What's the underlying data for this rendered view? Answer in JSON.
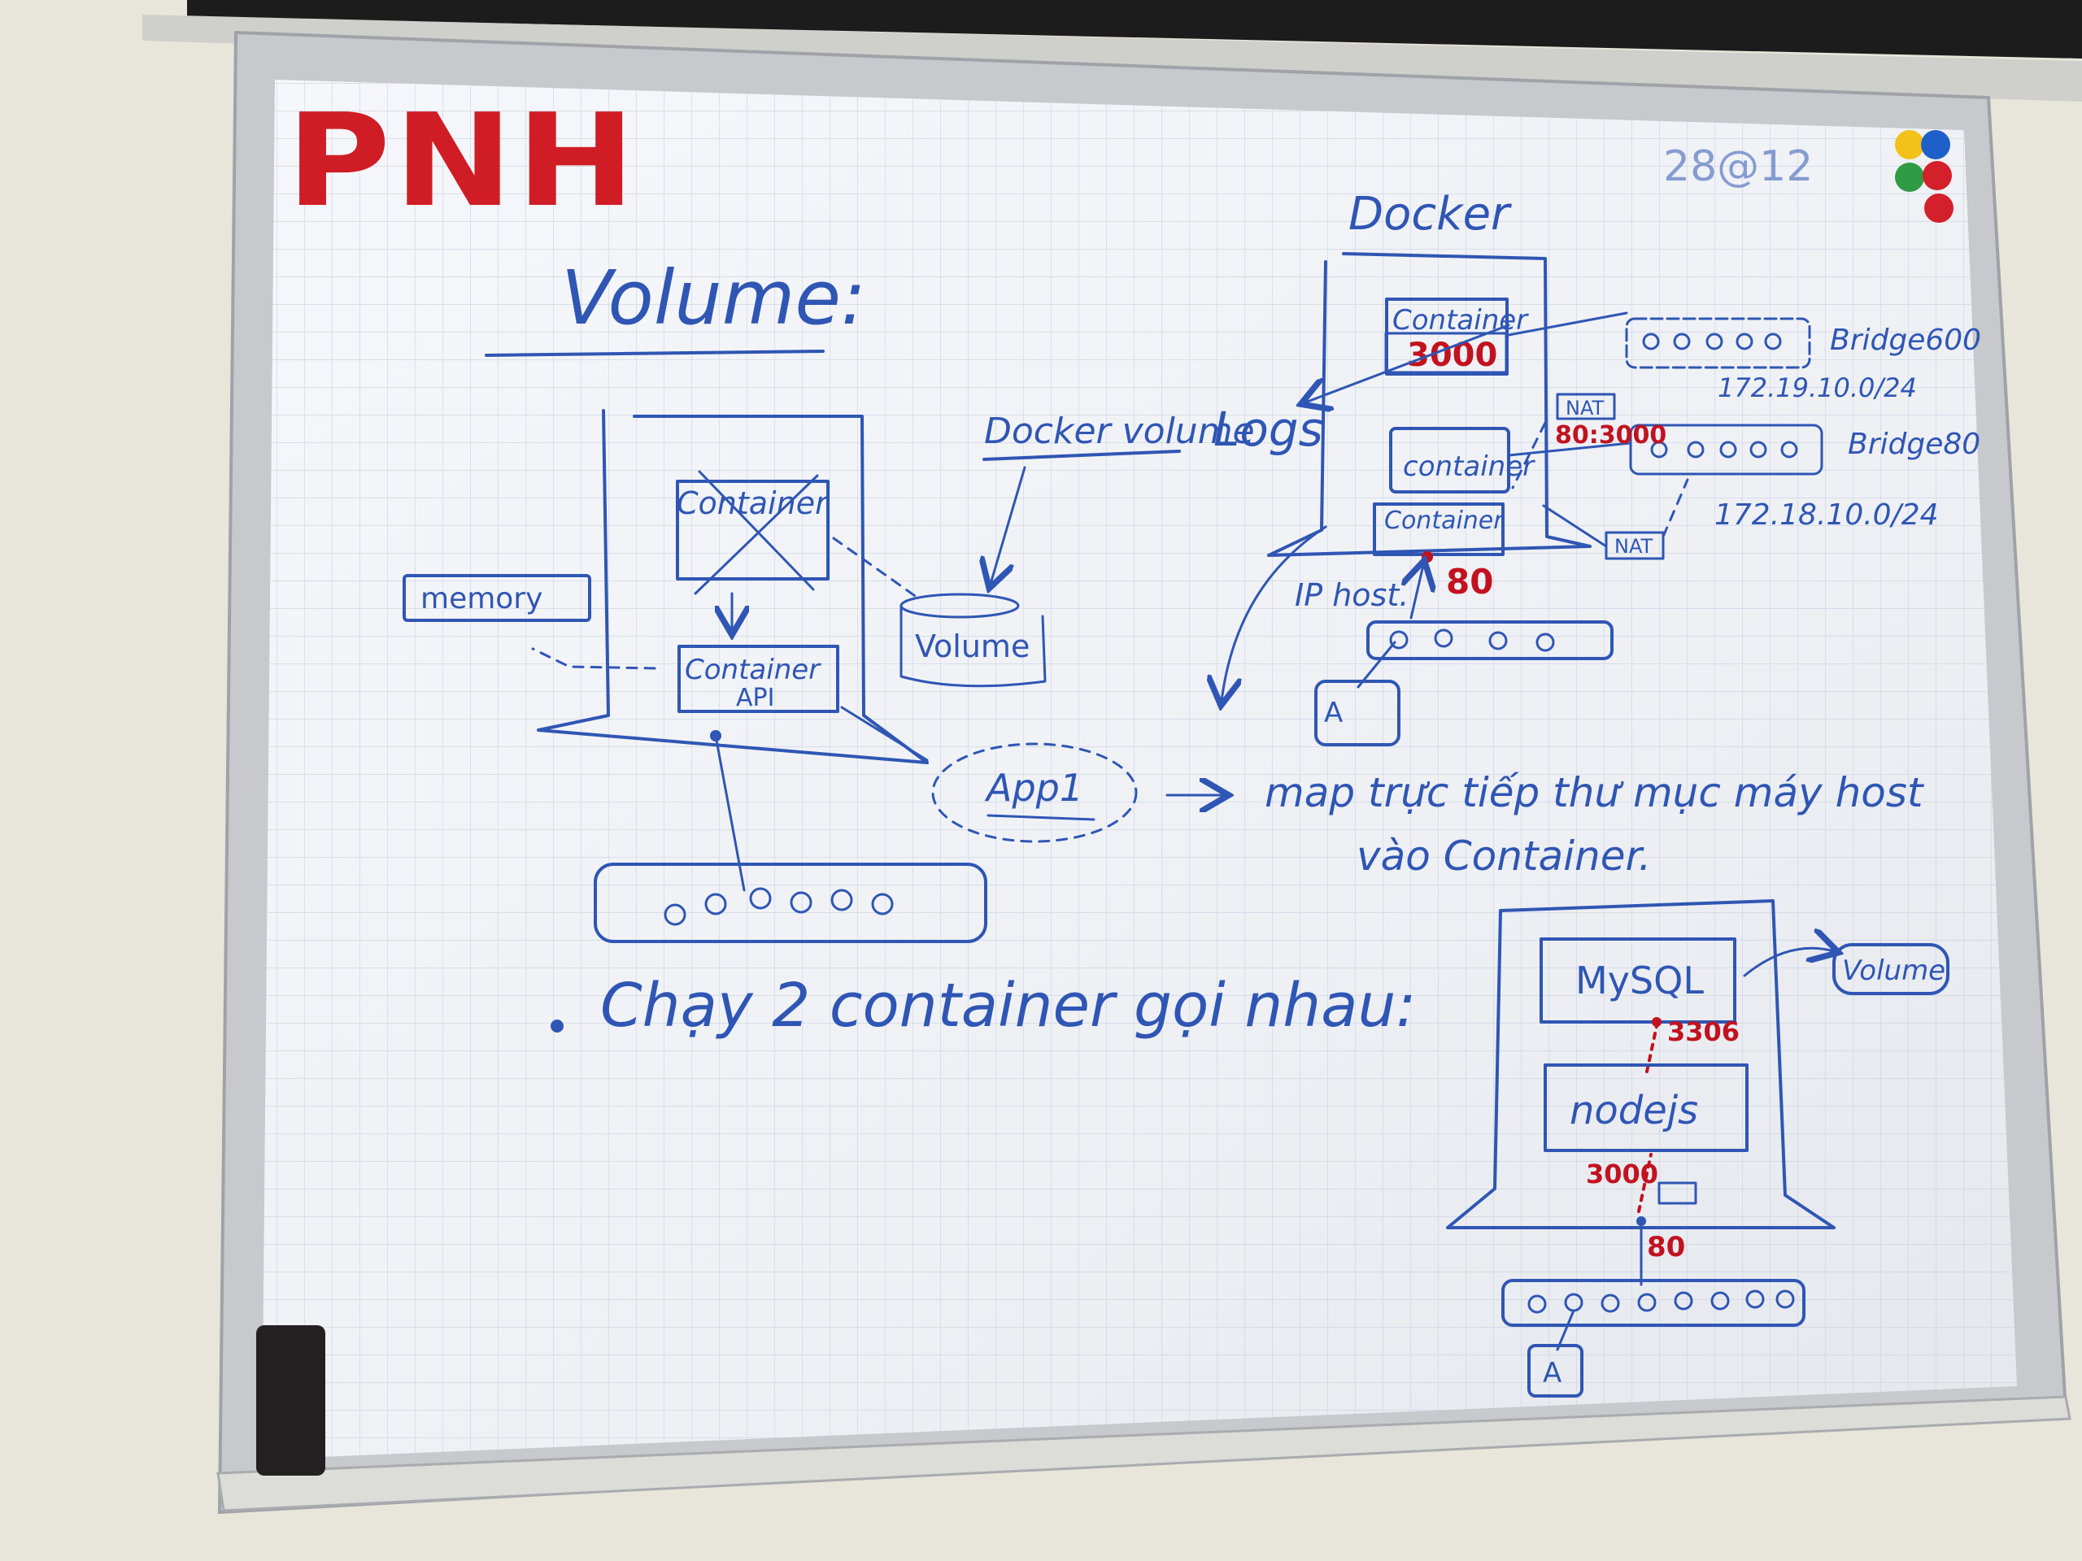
{
  "logo": {
    "text": "PNH"
  },
  "date": {
    "text": "28@12"
  },
  "volume_section": {
    "title": "Volume:",
    "container_crossed": "Container",
    "container_api": "Container",
    "container_api_sub": "API",
    "memory": "memory",
    "docker_volume": "Docker volume",
    "volume_label": "Volume",
    "logs": "Logs",
    "app": "App1",
    "map_line1": "map trực tiếp thư mục máy host",
    "map_line2": "vào Container."
  },
  "docker_section": {
    "title": "Docker",
    "container_top": "Container",
    "container_top_port": "3000",
    "container_mid": "container",
    "container_bottom": "Container",
    "nat_top": "NAT",
    "nat_bottom": "NAT",
    "port_map": "80:3000",
    "host_port": "80",
    "ip_host": "IP host.",
    "bridge1_label": "Bridge600",
    "bridge1_subnet": "172.19.10.0/24",
    "bridge2_label": "Bridge80",
    "bridge2_subnet": "172.18.10.0/24",
    "client_a": "A"
  },
  "compose_section": {
    "heading": "Chạy 2 container gọi nhau:",
    "mysql": "MySQL",
    "volume": "Volume",
    "mysql_port": "3306",
    "nodejs": "nodejs",
    "node_port": "3000",
    "host_port": "80",
    "client_a": "A"
  },
  "magnets": [
    "#f2c21a",
    "#1f5fc9",
    "#2f9b45",
    "#d3202a",
    "#d3202a"
  ]
}
